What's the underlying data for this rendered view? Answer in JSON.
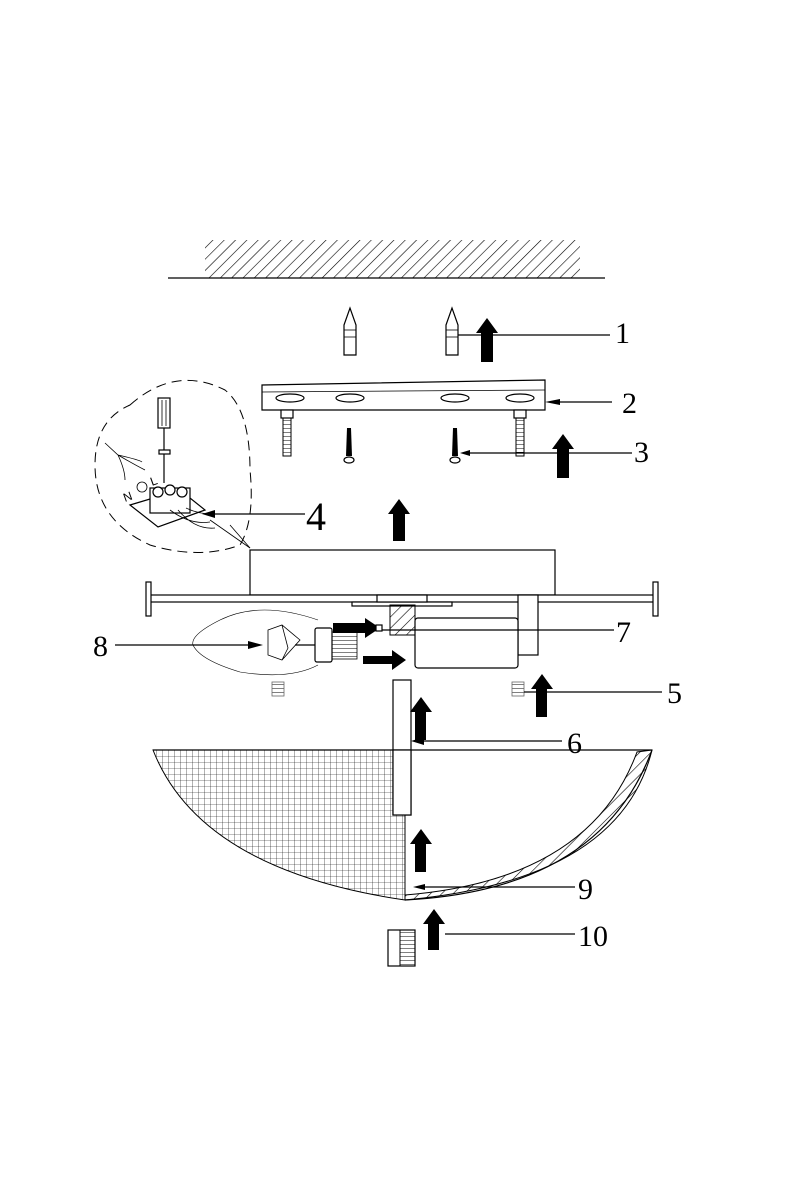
{
  "title": "Ceiling lamp exploded assembly diagram",
  "callouts": [
    {
      "id": "1",
      "label": "1"
    },
    {
      "id": "2",
      "label": "2"
    },
    {
      "id": "3",
      "label": "3"
    },
    {
      "id": "4",
      "label": "4"
    },
    {
      "id": "5",
      "label": "5"
    },
    {
      "id": "6",
      "label": "6"
    },
    {
      "id": "7",
      "label": "7"
    },
    {
      "id": "8",
      "label": "8"
    },
    {
      "id": "9",
      "label": "9"
    },
    {
      "id": "10",
      "label": "10"
    }
  ],
  "wiring_marks": {
    "neutral": "N",
    "live": "L"
  }
}
